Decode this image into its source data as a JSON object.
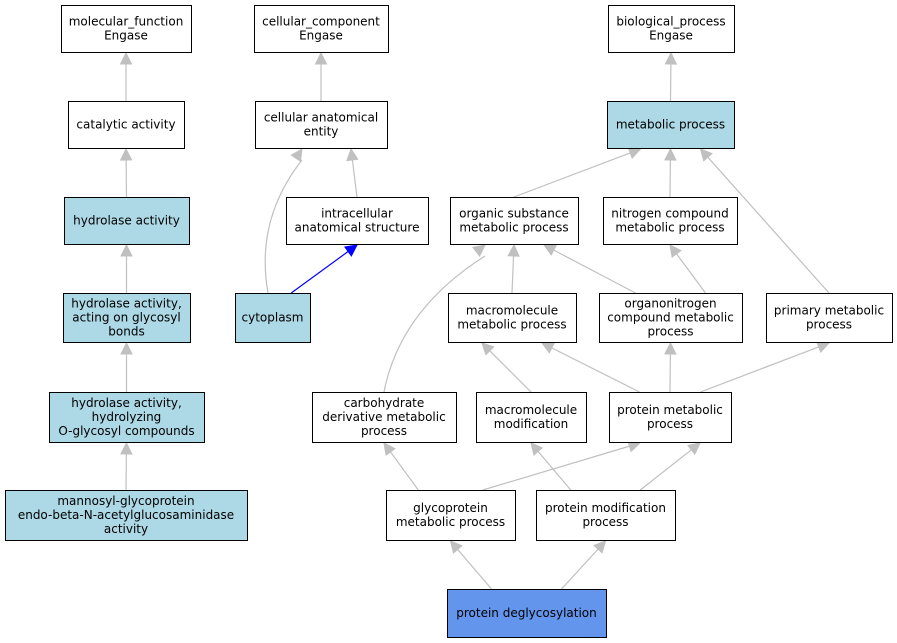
{
  "colors": {
    "plain": "#ffffff",
    "highlight": "#add8e6",
    "focus": "#6495ed",
    "edge_default": "#c0c0c0",
    "edge_part_of": "#0000ff"
  },
  "nodes": [
    {
      "id": "molecular_function",
      "lines": [
        "molecular_function",
        "Engase"
      ],
      "style": "plain"
    },
    {
      "id": "catalytic_activity",
      "lines": [
        "catalytic activity"
      ],
      "style": "plain"
    },
    {
      "id": "hydrolase_activity",
      "lines": [
        "hydrolase activity"
      ],
      "style": "highlight"
    },
    {
      "id": "hydrolase_glycosyl",
      "lines": [
        "hydrolase activity,",
        "acting on glycosyl",
        "bonds"
      ],
      "style": "highlight"
    },
    {
      "id": "hydrolase_oglycosyl",
      "lines": [
        "hydrolase activity,",
        "hydrolyzing",
        "O-glycosyl compounds"
      ],
      "style": "highlight"
    },
    {
      "id": "mannosyl",
      "lines": [
        "mannosyl-glycoprotein",
        "endo-beta-N-acetylglucosaminidase",
        "activity"
      ],
      "style": "highlight"
    },
    {
      "id": "cellular_component",
      "lines": [
        "cellular_component",
        "Engase"
      ],
      "style": "plain"
    },
    {
      "id": "cellular_anatomical_entity",
      "lines": [
        "cellular anatomical",
        "entity"
      ],
      "style": "plain"
    },
    {
      "id": "intracellular_structure",
      "lines": [
        "intracellular",
        "anatomical structure"
      ],
      "style": "plain"
    },
    {
      "id": "cytoplasm",
      "lines": [
        "cytoplasm"
      ],
      "style": "highlight"
    },
    {
      "id": "biological_process",
      "lines": [
        "biological_process",
        "Engase"
      ],
      "style": "plain"
    },
    {
      "id": "metabolic_process",
      "lines": [
        "metabolic process"
      ],
      "style": "highlight"
    },
    {
      "id": "organic_substance",
      "lines": [
        "organic substance",
        "metabolic process"
      ],
      "style": "plain"
    },
    {
      "id": "nitrogen_compound",
      "lines": [
        "nitrogen compound",
        "metabolic process"
      ],
      "style": "plain"
    },
    {
      "id": "macromolecule_metabolic",
      "lines": [
        "macromolecule",
        "metabolic process"
      ],
      "style": "plain"
    },
    {
      "id": "organonitrogen",
      "lines": [
        "organonitrogen",
        "compound metabolic",
        "process"
      ],
      "style": "plain"
    },
    {
      "id": "primary_metabolic",
      "lines": [
        "primary metabolic",
        "process"
      ],
      "style": "plain"
    },
    {
      "id": "carbohydrate_derivative",
      "lines": [
        "carbohydrate",
        "derivative metabolic",
        "process"
      ],
      "style": "plain"
    },
    {
      "id": "macromolecule_modification",
      "lines": [
        "macromolecule",
        "modification"
      ],
      "style": "plain"
    },
    {
      "id": "protein_metabolic",
      "lines": [
        "protein metabolic",
        "process"
      ],
      "style": "plain"
    },
    {
      "id": "glycoprotein_metabolic",
      "lines": [
        "glycoprotein",
        "metabolic process"
      ],
      "style": "plain"
    },
    {
      "id": "protein_modification",
      "lines": [
        "protein modification",
        "process"
      ],
      "style": "plain"
    },
    {
      "id": "protein_deglycosylation",
      "lines": [
        "protein deglycosylation"
      ],
      "style": "focus"
    }
  ],
  "edges": [
    {
      "from": "catalytic_activity",
      "to": "molecular_function",
      "kind": "is_a"
    },
    {
      "from": "hydrolase_activity",
      "to": "catalytic_activity",
      "kind": "is_a"
    },
    {
      "from": "hydrolase_glycosyl",
      "to": "hydrolase_activity",
      "kind": "is_a"
    },
    {
      "from": "hydrolase_oglycosyl",
      "to": "hydrolase_glycosyl",
      "kind": "is_a"
    },
    {
      "from": "mannosyl",
      "to": "hydrolase_oglycosyl",
      "kind": "is_a"
    },
    {
      "from": "cellular_anatomical_entity",
      "to": "cellular_component",
      "kind": "is_a"
    },
    {
      "from": "intracellular_structure",
      "to": "cellular_anatomical_entity",
      "kind": "is_a"
    },
    {
      "from": "cytoplasm",
      "to": "cellular_anatomical_entity",
      "kind": "is_a"
    },
    {
      "from": "cytoplasm",
      "to": "intracellular_structure",
      "kind": "part_of"
    },
    {
      "from": "metabolic_process",
      "to": "biological_process",
      "kind": "is_a"
    },
    {
      "from": "organic_substance",
      "to": "metabolic_process",
      "kind": "is_a"
    },
    {
      "from": "nitrogen_compound",
      "to": "metabolic_process",
      "kind": "is_a"
    },
    {
      "from": "primary_metabolic",
      "to": "metabolic_process",
      "kind": "is_a"
    },
    {
      "from": "macromolecule_metabolic",
      "to": "organic_substance",
      "kind": "is_a"
    },
    {
      "from": "organonitrogen",
      "to": "organic_substance",
      "kind": "is_a"
    },
    {
      "from": "organonitrogen",
      "to": "nitrogen_compound",
      "kind": "is_a"
    },
    {
      "from": "carbohydrate_derivative",
      "to": "organic_substance",
      "kind": "is_a"
    },
    {
      "from": "macromolecule_modification",
      "to": "macromolecule_metabolic",
      "kind": "is_a"
    },
    {
      "from": "protein_metabolic",
      "to": "macromolecule_metabolic",
      "kind": "is_a"
    },
    {
      "from": "protein_metabolic",
      "to": "organonitrogen",
      "kind": "is_a"
    },
    {
      "from": "protein_metabolic",
      "to": "primary_metabolic",
      "kind": "is_a"
    },
    {
      "from": "glycoprotein_metabolic",
      "to": "carbohydrate_derivative",
      "kind": "is_a"
    },
    {
      "from": "glycoprotein_metabolic",
      "to": "protein_metabolic",
      "kind": "is_a"
    },
    {
      "from": "protein_modification",
      "to": "macromolecule_modification",
      "kind": "is_a"
    },
    {
      "from": "protein_modification",
      "to": "protein_metabolic",
      "kind": "is_a"
    },
    {
      "from": "protein_deglycosylation",
      "to": "glycoprotein_metabolic",
      "kind": "is_a"
    },
    {
      "from": "protein_deglycosylation",
      "to": "protein_modification",
      "kind": "is_a"
    }
  ]
}
